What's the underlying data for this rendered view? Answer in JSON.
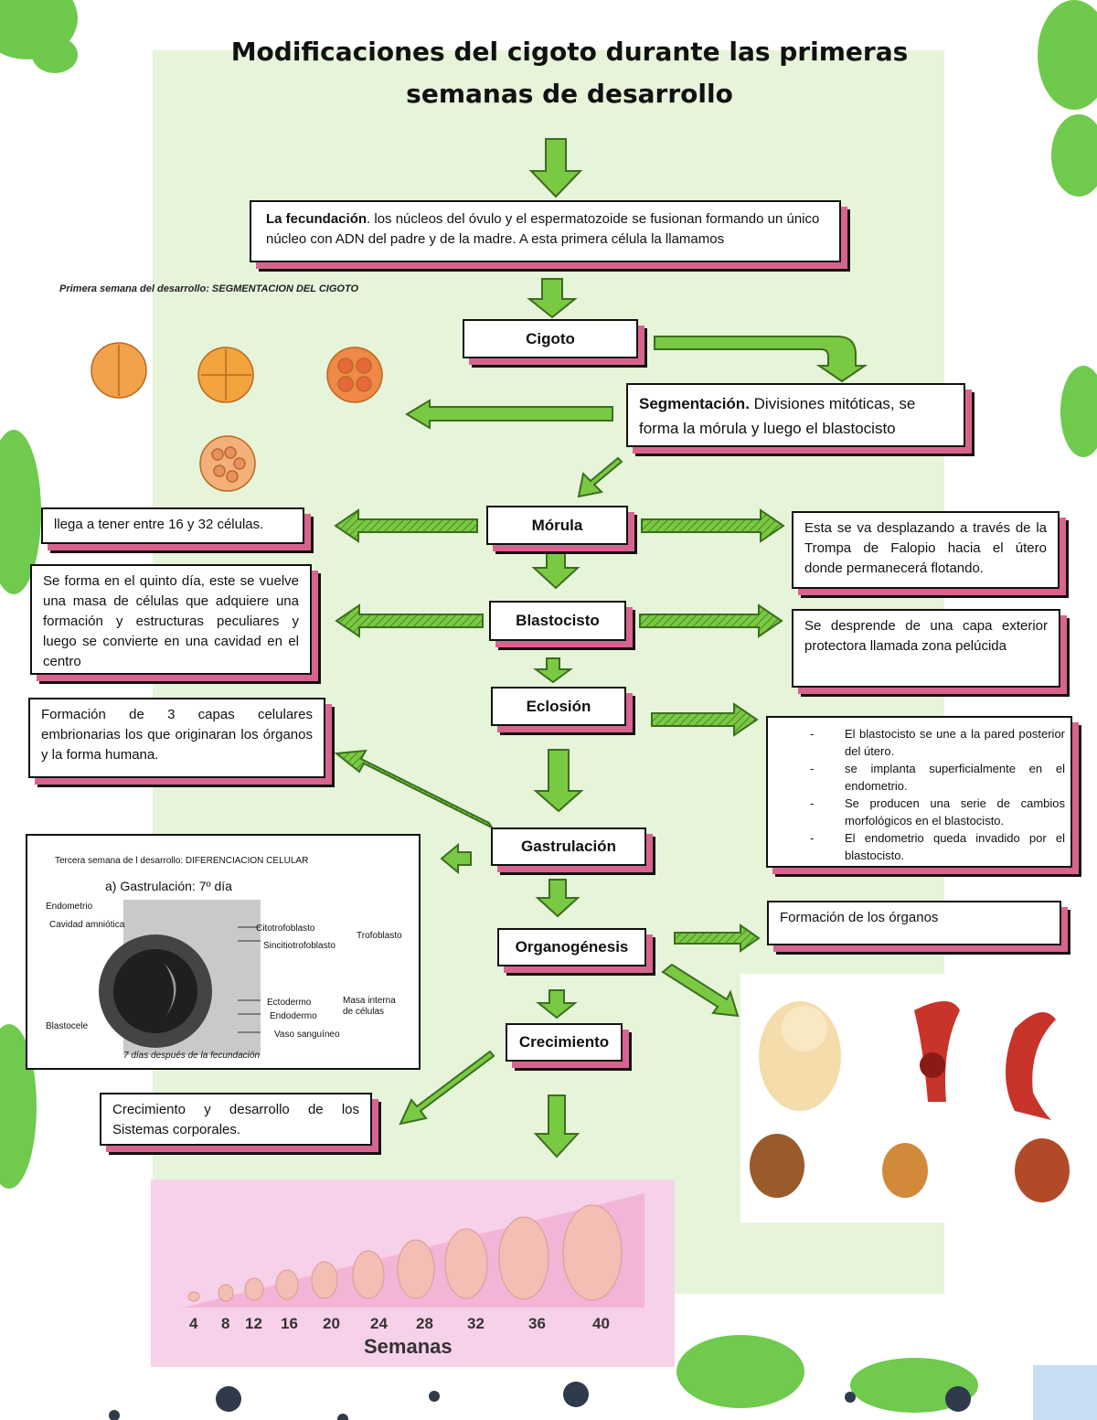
{
  "title_line1": "Modificaciones del cigoto durante las primeras",
  "title_line2": "semanas de desarrollo",
  "fecundacion": {
    "bold": "La fecundación",
    "text": ". los núcleos del óvulo y el espermatozoide se fusionan formando un único núcleo con ADN del padre y de la madre. A esta primera célula la llamamos"
  },
  "cigoto_label": "Cigoto",
  "segmentacion": {
    "bold": "Segmentación.",
    "text": " Divisiones mitóticas, se forma la mórula y luego el blastocisto"
  },
  "first_week_caption": "Primera semana del desarrollo: SEGMENTACION DEL CIGOTO",
  "morula_label": "Mórula",
  "morula_left": "llega a tener entre 16 y 32 células.",
  "morula_right": "Esta se va desplazando a través de la Trompa de Falopio hacia el útero donde permanecerá flotando.",
  "blastocisto_label": "Blastocisto",
  "blastocisto_left": "Se forma en el quinto día, este se vuelve una masa de células que adquiere una formación y estructuras peculiares y luego se convierte en una cavidad en el centro",
  "blastocisto_right": "Se desprende de una capa exterior protectora llamada zona pelúcida",
  "eclosion_label": "Eclosión",
  "eclosion_list": [
    "El blastocisto se une a la pared posterior del útero.",
    "se implanta superficialmente en el endometrio.",
    "Se producen una serie de cambios morfológicos en el blastocisto.",
    "El endometrio queda invadido por el blastocisto."
  ],
  "capas_text": "Formación de 3 capas celulares embrionarias los que originaran los órganos y la forma humana.",
  "gastrulacion_label": "Gastrulación",
  "third_week": {
    "caption": "Tercera semana de l desarrollo: DIFERENCIACION CELULAR",
    "subtitle": "a) Gastrulación: 7º día",
    "labels": [
      "Endometrio",
      "Cavidad amniótica",
      "Citotrofoblasto",
      "Sincitiotrofoblasto",
      "Trofoblasto",
      "Ectodermo",
      "Endodermo",
      "Masa interna de células",
      "Vaso sanguíneo",
      "Blastocele"
    ],
    "bottom": "7 días después de la fecundación"
  },
  "organogenesis_label": "Organogénesis",
  "organos_text": "Formación de los órganos",
  "crecimiento_label": "Crecimiento",
  "crecimiento_text": "Crecimiento y desarrollo de los Sistemas corporales.",
  "weeks": [
    "4",
    "8",
    "12",
    "16",
    "20",
    "24",
    "28",
    "32",
    "36",
    "40"
  ],
  "semanas_label": "Semanas",
  "colors": {
    "panel": "#e6f4d9",
    "arrow": "#7ac943",
    "shadow": "#d9638f",
    "weeks_bg": "#f7d1ea"
  }
}
